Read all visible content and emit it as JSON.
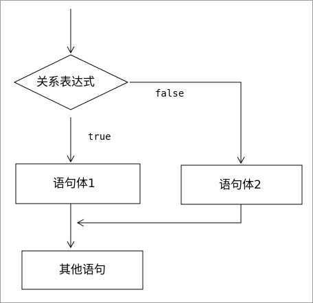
{
  "diagram": {
    "condition": "关系表达式",
    "true_label": "true",
    "false_label": "false",
    "true_block": "语句体1",
    "false_block": "语句体2",
    "next_block": "其他语句"
  }
}
